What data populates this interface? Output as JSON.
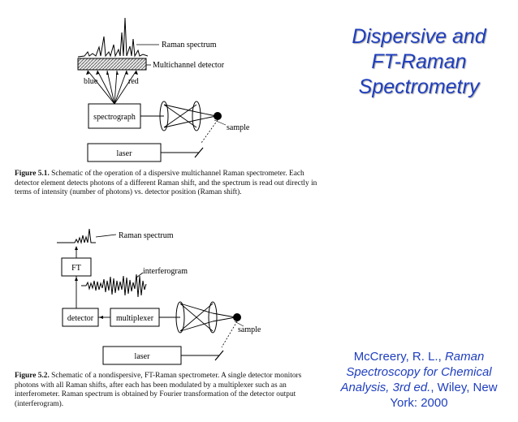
{
  "title": {
    "lines": [
      "Dispersive and",
      "FT-Raman",
      "Spectrometry"
    ]
  },
  "citation": {
    "line1": "McCreery, R. L., ",
    "line1_italic": "Raman",
    "line2_italic": "Spectroscopy for Chemical",
    "line3_italic": "Analysis, 3rd ed.",
    "line3_rest": ", Wiley, New",
    "line4": "York: 2000"
  },
  "figure1": {
    "raman_spectrum_label": "Raman spectrum",
    "detector_label": "Multichannel detector",
    "blue_label": "blue",
    "red_label": "red",
    "spectrograph_label": "spectrograph",
    "sample_label": "sample",
    "laser_label": "laser",
    "caption_title": "Figure 5.1.",
    "caption_text": "Schematic of the operation of a dispersive multichannel Raman spectrometer. Each detector element detects photons of a different Raman shift, and the spectrum is read out directly in terms of intensity (number of photons) vs. detector position (Raman shift)."
  },
  "figure2": {
    "raman_spectrum_label": "Raman spectrum",
    "ft_label": "FT",
    "interferogram_label": "interferogram",
    "detector_label": "detector",
    "multiplexer_label": "multiplexer",
    "sample_label": "sample",
    "laser_label": "laser",
    "caption_title": "Figure 5.2.",
    "caption_text": "Schematic of a nondispersive, FT-Raman spectrometer. A single detector monitors photons with all Raman shifts, after each has been modulated by a multiplexer such as an interferometer. Raman spectrum is obtained by Fourier transformation of the detector output (interferogram)."
  },
  "colors": {
    "title": "#1f3fbf",
    "citation": "#1f3fbf"
  }
}
